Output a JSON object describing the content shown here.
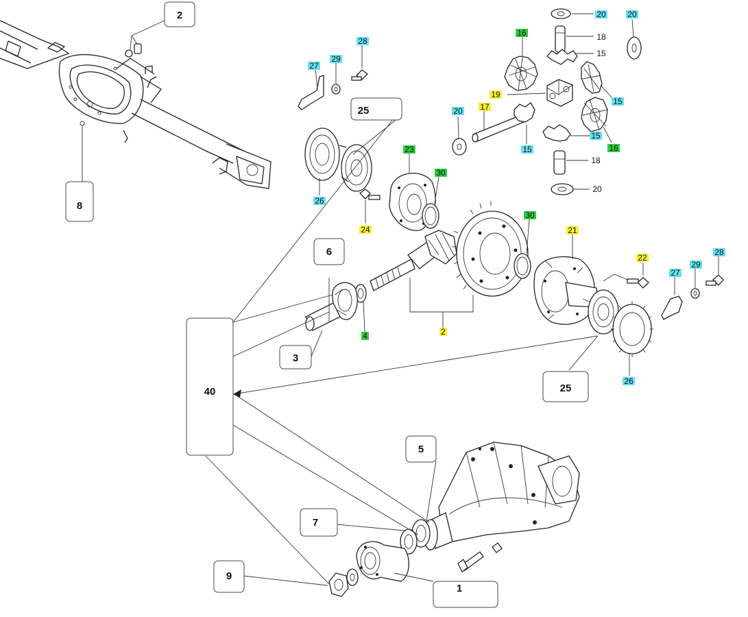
{
  "colors": {
    "cyan_tag": "#66e0f0",
    "green_tag": "#33cc44",
    "yellow_tag": "#f5f032",
    "box_border": "#444444"
  },
  "callout_boxes": [
    {
      "id": "b2",
      "text": "2"
    },
    {
      "id": "b8",
      "text": "8"
    },
    {
      "id": "b25a",
      "text": "25"
    },
    {
      "id": "b6",
      "text": "6"
    },
    {
      "id": "b3",
      "text": "3"
    },
    {
      "id": "b40",
      "text": "40"
    },
    {
      "id": "b25b",
      "text": "25"
    },
    {
      "id": "b5",
      "text": "5"
    },
    {
      "id": "b7",
      "text": "7"
    },
    {
      "id": "b9",
      "text": "9"
    },
    {
      "id": "b1",
      "text": "1"
    }
  ],
  "tags": [
    {
      "id": "t20a",
      "text": "20",
      "color": "cyan"
    },
    {
      "id": "t20b",
      "text": "20",
      "color": "cyan"
    },
    {
      "id": "t18a",
      "text": "18",
      "color": "none"
    },
    {
      "id": "t16a",
      "text": "16",
      "color": "green"
    },
    {
      "id": "t15a",
      "text": "15",
      "color": "none"
    },
    {
      "id": "t28a",
      "text": "28",
      "color": "cyan"
    },
    {
      "id": "t29a",
      "text": "29",
      "color": "cyan"
    },
    {
      "id": "t27a",
      "text": "27",
      "color": "cyan"
    },
    {
      "id": "t19",
      "text": "19",
      "color": "yellow"
    },
    {
      "id": "t15b",
      "text": "15",
      "color": "cyan"
    },
    {
      "id": "t20c",
      "text": "20",
      "color": "cyan"
    },
    {
      "id": "t17",
      "text": "17",
      "color": "yellow"
    },
    {
      "id": "t15c",
      "text": "15",
      "color": "cyan"
    },
    {
      "id": "t15d",
      "text": "15",
      "color": "cyan"
    },
    {
      "id": "t16b",
      "text": "16",
      "color": "green"
    },
    {
      "id": "t23",
      "text": "23",
      "color": "green"
    },
    {
      "id": "t30a",
      "text": "30",
      "color": "green"
    },
    {
      "id": "t18b",
      "text": "18",
      "color": "none"
    },
    {
      "id": "t20d",
      "text": "20",
      "color": "none"
    },
    {
      "id": "t26a",
      "text": "26",
      "color": "cyan"
    },
    {
      "id": "t24",
      "text": "24",
      "color": "yellow"
    },
    {
      "id": "t30b",
      "text": "30",
      "color": "green"
    },
    {
      "id": "t21",
      "text": "21",
      "color": "yellow"
    },
    {
      "id": "t22",
      "text": "22",
      "color": "yellow"
    },
    {
      "id": "t28b",
      "text": "28",
      "color": "cyan"
    },
    {
      "id": "t27b",
      "text": "27",
      "color": "cyan"
    },
    {
      "id": "t29b",
      "text": "29",
      "color": "cyan"
    },
    {
      "id": "t4",
      "text": "4",
      "color": "green"
    },
    {
      "id": "t2",
      "text": "2",
      "color": "yellow"
    },
    {
      "id": "t26b",
      "text": "26",
      "color": "cyan"
    }
  ]
}
